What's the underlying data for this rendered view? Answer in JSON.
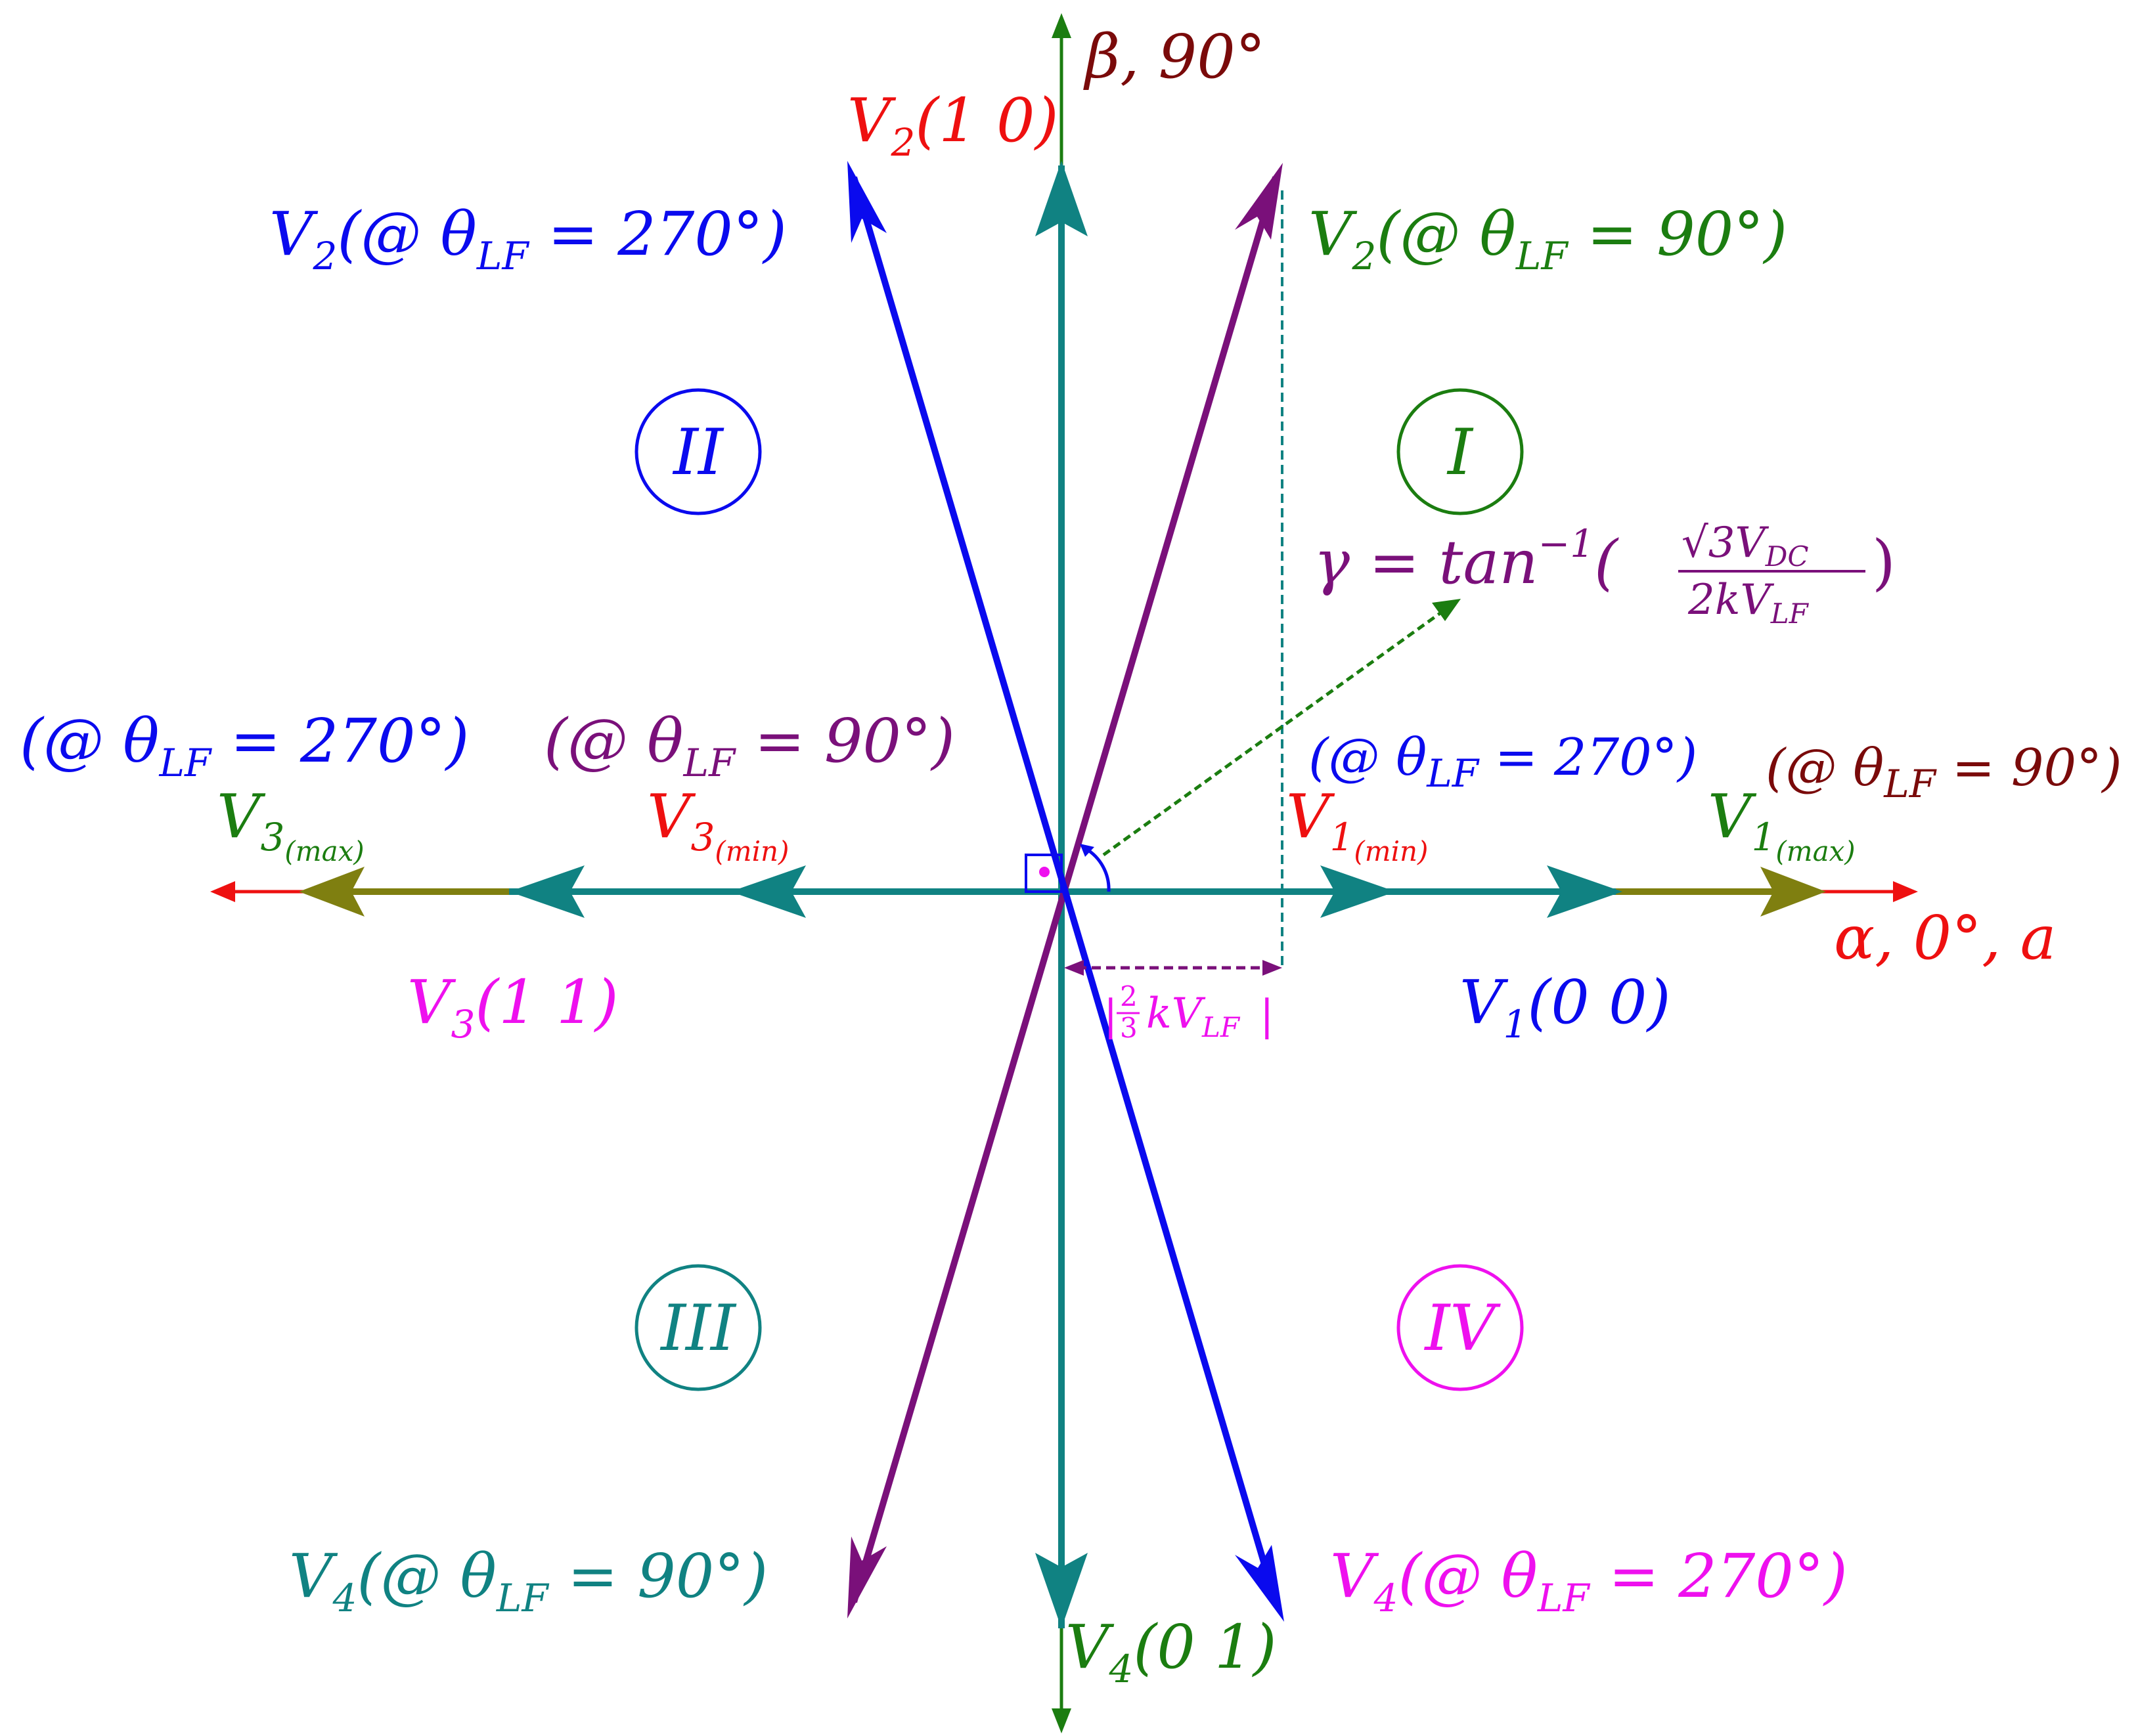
{
  "colors": {
    "blue": "#0a0aee",
    "green": "#1b7d10",
    "red": "#ee1010",
    "magenta": "#ee10ee",
    "teal": "#108282",
    "purple": "#7a107a",
    "maroon": "#7a0a0a",
    "olive": "#7f7f10"
  },
  "axes": {
    "beta_label": "β, 90°",
    "alpha_label": "α, 0°, a"
  },
  "regions": [
    "I",
    "II",
    "III",
    "IV"
  ],
  "vectors": {
    "v2_switch": {
      "main": "V",
      "sub": "2",
      "rest": "(1 0)"
    },
    "v2_at_270": {
      "main": "V",
      "sub": "2",
      "rest": "(@ θ",
      "sub2": "LF",
      "tail": " = 270°)"
    },
    "v2_at_90": {
      "main": "V",
      "sub": "2",
      "rest": "(@ θ",
      "sub2": "LF",
      "tail": " = 90°)"
    },
    "v1_switch": {
      "main": "V",
      "sub": "1",
      "rest": "(0 0)"
    },
    "v3_switch": {
      "main": "V",
      "sub": "3",
      "rest": "(1 1)"
    },
    "v4_switch": {
      "main": "V",
      "sub": "4",
      "rest": "(0 1)"
    },
    "v4_at_90": {
      "main": "V",
      "sub": "4",
      "rest": "(@ θ",
      "sub2": "LF",
      "tail": " = 90°)"
    },
    "v4_at_270": {
      "main": "V",
      "sub": "4",
      "rest": "(@ θ",
      "sub2": "LF",
      "tail": " = 270°)"
    },
    "v3_max": {
      "main": "V",
      "sub": "3",
      "subsub": "(max)"
    },
    "v3_min": {
      "main": "V",
      "sub": "3",
      "subsub": "(min)"
    },
    "v1_min": {
      "main": "V",
      "sub": "1",
      "subsub": "(min)"
    },
    "v1_max": {
      "main": "V",
      "sub": "1",
      "subsub": "(max)"
    }
  },
  "conditions": {
    "left_270": {
      "pre": "(@ θ",
      "sub": "LF",
      "post": " = 270°)"
    },
    "left_90": {
      "pre": "(@ θ",
      "sub": "LF",
      "post": " = 90°)"
    },
    "right_270": {
      "pre": "(@ θ",
      "sub": "LF",
      "post": " = 270°)"
    },
    "right_90": {
      "pre": "(@ θ",
      "sub": "LF",
      "post": " = 90°)"
    }
  },
  "gamma": {
    "lhs": "γ = tan",
    "exp": "−1",
    "numerator": "√3V",
    "numerator_sub": "DC",
    "denominator": "2kV",
    "denominator_sub": "LF"
  },
  "dimension": {
    "frac_num": "2",
    "frac_den": "3",
    "text": "kV",
    "sub": "LF"
  }
}
